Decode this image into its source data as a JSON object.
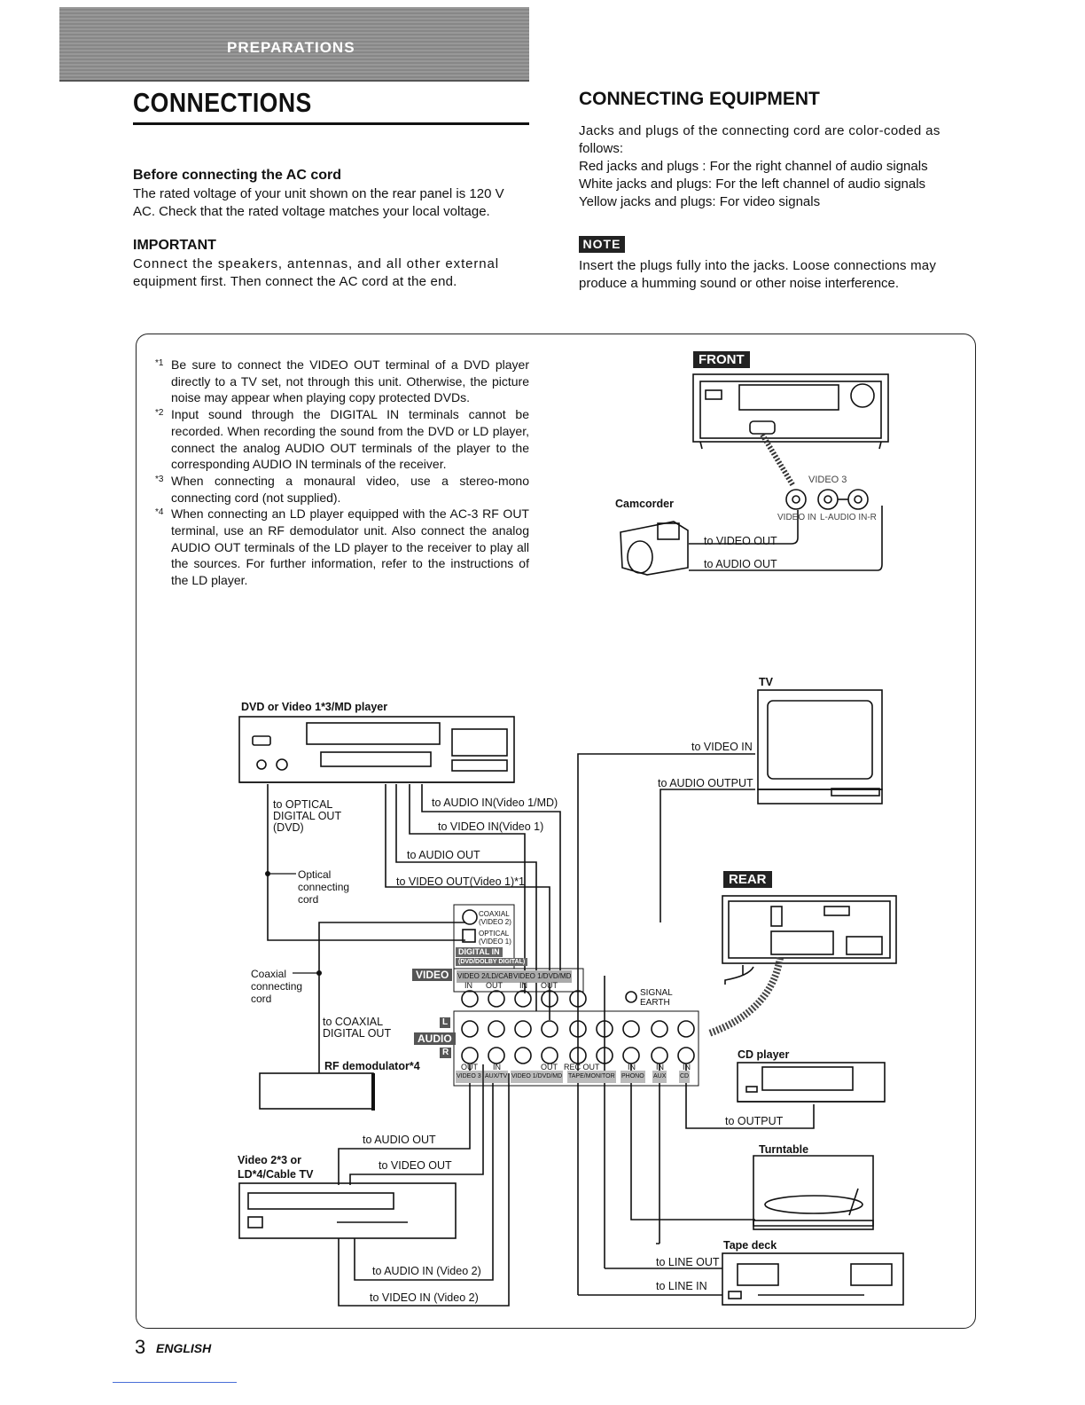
{
  "header": {
    "section": "PREPARATIONS",
    "title": "CONNECTIONS"
  },
  "left": {
    "ac_heading": "Before connecting the AC cord",
    "ac_lines": [
      "The rated voltage of your unit shown on the rear panel is 120 V",
      "AC. Check that the rated voltage matches your local voltage."
    ],
    "important_heading": "IMPORTANT",
    "important_lines": [
      "Connect the speakers, antennas, and all other external",
      "equipment first. Then connect the AC cord at the end."
    ]
  },
  "right": {
    "heading": "CONNECTING EQUIPMENT",
    "lines": [
      "Jacks and plugs of the connecting cord are color-coded as",
      "follows:",
      "Red jacks and plugs : For the right channel of audio signals",
      "White jacks and plugs: For the left channel of audio signals",
      "Yellow jacks and plugs: For video signals"
    ],
    "note_label": "NOTE",
    "note_lines": [
      "Insert the plugs fully into the jacks. Loose connections may",
      "produce a humming sound or other noise interference."
    ]
  },
  "footnotes": [
    {
      "mark": "*1",
      "text": "Be sure to connect the VIDEO OUT terminal of a DVD player directly to a TV set, not through this unit. Otherwise, the picture noise may appear when playing copy protected DVDs."
    },
    {
      "mark": "*2",
      "text": "Input sound through the DIGITAL IN terminals cannot be recorded. When recording the sound from the DVD or LD player, connect the analog AUDIO OUT terminals of the player to the corresponding AUDIO IN terminals of the receiver."
    },
    {
      "mark": "*3",
      "text": "When connecting a monaural video, use a stereo-mono connecting cord (not supplied)."
    },
    {
      "mark": "*4",
      "text": "When connecting an LD player equipped with the AC-3 RF OUT terminal, use an RF demodulator unit. Also connect the analog AUDIO OUT terminals of the LD player to the receiver to play all the sources. For further information, refer to the instructions of the LD player."
    }
  ],
  "diagram": {
    "front_tag": "FRONT",
    "rear_tag": "REAR",
    "camcorder": "Camcorder",
    "video3": "VIDEO 3",
    "video_in": "VIDEO IN",
    "audio_in_lr": "L-AUDIO IN-R",
    "cam_video_out": "to VIDEO OUT",
    "cam_audio_out": "to AUDIO OUT",
    "dvd_label": "DVD or Video 1*3/MD player",
    "tv": "TV",
    "to_video_in_tv": "to VIDEO IN",
    "to_audio_output_tv": "to AUDIO OUTPUT",
    "to_optical": "to OPTICAL",
    "digital_out": "DIGITAL OUT",
    "dvd_paren": "(DVD)",
    "to_audio_in_v1": "to AUDIO IN(Video 1/MD)",
    "to_video_in_v1": "to VIDEO IN(Video 1)",
    "to_audio_out_1": "to AUDIO OUT",
    "to_video_out_v1": "to VIDEO OUT(Video 1)*1",
    "optical_cord": [
      "Optical",
      "connecting",
      "cord"
    ],
    "coaxial_cord": [
      "Coaxial",
      "connecting",
      "cord"
    ],
    "to_coaxial": "to COAXIAL",
    "coax_digital_out": "DIGITAL OUT",
    "rf_demod": "RF demodulator*4",
    "coaxial_jack": "COAXIAL",
    "coaxial_jack_sub": "(VIDEO 2)",
    "optical_jack": "OPTICAL",
    "optical_jack_sub": "(VIDEO 1)",
    "digital_in": "DIGITAL IN",
    "digital_in_sub": "(DVD/DOLBY DIGITAL)",
    "panel_video": "VIDEO",
    "panel_audio": "AUDIO",
    "panel_l": "L",
    "panel_r": "R",
    "panel_cols": [
      "VIDEO 2/LD/CABLE TV",
      "VIDEO 1/DVD/MD"
    ],
    "panel_io": [
      "IN",
      "OUT",
      "IN",
      "OUT"
    ],
    "panel_bottom": [
      "VIDEO 3",
      "AUX/TV",
      "VIDEO 1/DVD/MD",
      "TAPE/MONITOR",
      "PHONO",
      "AUX",
      "CD"
    ],
    "panel_bottom_io": [
      "OUT",
      "IN",
      "OUT",
      "REC OUT",
      "IN",
      "IN",
      "IN"
    ],
    "signal_earth": [
      "SIGNAL",
      "EARTH"
    ],
    "cd_player": "CD player",
    "to_output": "to OUTPUT",
    "turntable": "Turntable",
    "tape_deck": "Tape deck",
    "to_line_out": "to LINE OUT",
    "to_line_in": "to LINE IN",
    "video2_label": [
      "Video 2*3 or",
      "LD*4/Cable TV"
    ],
    "to_audio_out_2": "to AUDIO OUT",
    "to_video_out_2": "to VIDEO OUT",
    "to_audio_in_v2": "to AUDIO IN (Video 2)",
    "to_video_in_v2": "to VIDEO IN (Video 2)"
  },
  "footer": {
    "page": "3",
    "language": "ENGLISH"
  }
}
